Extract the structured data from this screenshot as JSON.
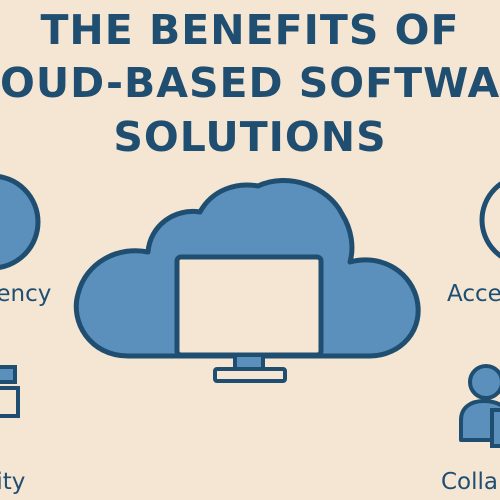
{
  "title": {
    "line1": "THE BENEFITS OF",
    "line2": "OUD-BASED SOFTWA",
    "line3": "SOLUTIONS"
  },
  "benefits": {
    "left_top": "iency",
    "left_bottom": "lity",
    "right_top": "Acce",
    "right_bottom": "Colla"
  },
  "colors": {
    "background": "#f4e6d3",
    "navy": "#1f4e71",
    "cloud_blue": "#5a90bb",
    "screen": "#f4e6d3"
  },
  "icons": {
    "center": "cloud-monitor-icon",
    "left_top": "efficiency-icon",
    "left_bottom": "scalability-icon",
    "right_top": "accessibility-icon",
    "right_bottom": "collaboration-icon"
  }
}
